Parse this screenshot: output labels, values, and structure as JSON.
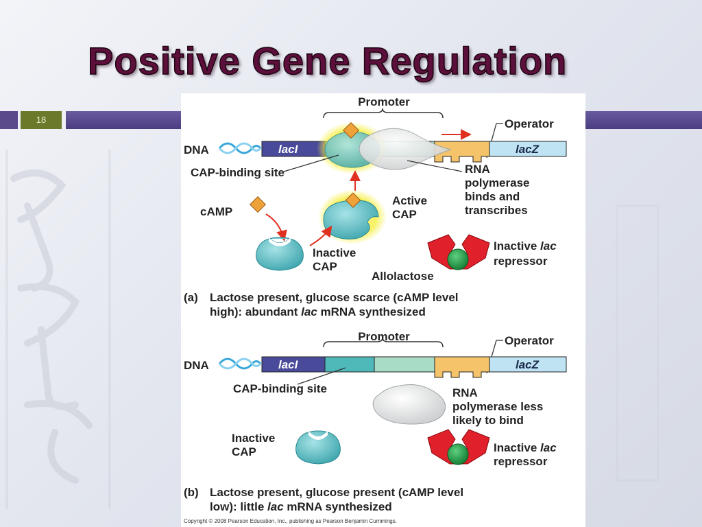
{
  "slide": {
    "title": "Positive Gene Regulation",
    "number": "18"
  },
  "panel_a": {
    "promoter": "Promoter",
    "operator": "Operator",
    "dna": "DNA",
    "lacI": "lacI",
    "lacZ": "lacZ",
    "cap_site": "CAP-binding site",
    "rnap": [
      "RNA",
      "polymerase",
      "binds and",
      "transcribes"
    ],
    "camp": "cAMP",
    "active_cap": [
      "Active",
      "CAP"
    ],
    "inactive_cap": [
      "Inactive",
      "CAP"
    ],
    "repressor_prefix": "Inactive ",
    "repressor_italic": "lac",
    "repressor_line2": "repressor",
    "allolactose": "Allolactose",
    "caption_label": "(a)",
    "caption_l1": "Lactose present, glucose scarce (cAMP level",
    "caption_l2_pre": "high): abundant ",
    "caption_l2_it": "lac",
    "caption_l2_post": " mRNA synthesized"
  },
  "panel_b": {
    "promoter": "Promoter",
    "operator": "Operator",
    "dna": "DNA",
    "lacI": "lacI",
    "lacZ": "lacZ",
    "cap_site": "CAP-binding site",
    "rnap": [
      "RNA",
      "polymerase less",
      "likely to bind"
    ],
    "inactive_cap": [
      "Inactive",
      "CAP"
    ],
    "repressor_prefix": "Inactive ",
    "repressor_italic": "lac",
    "repressor_line2": "repressor",
    "caption_label": "(b)",
    "caption_l1": "Lactose present, glucose present (cAMP level",
    "caption_l2_pre": "low): little ",
    "caption_l2_it": "lac",
    "caption_l2_post": " mRNA synthesized"
  },
  "copyright": "Copyright © 2008 Pearson Education, Inc., publishing as Pearson Benjamin Cummings.",
  "colors": {
    "title": "#5d0f3b",
    "lacI": "#4a4a9a",
    "cap_site": "#4fb8b8",
    "promoter_region": "#a8dcc6",
    "operator": "#f4c36a",
    "lacZ": "#bfe3f2",
    "cap": "#62c0c6",
    "camp": "#f0a23a",
    "repressor": "#e0202a",
    "allolactose": "#1ca048",
    "arrow": "#e03020"
  }
}
